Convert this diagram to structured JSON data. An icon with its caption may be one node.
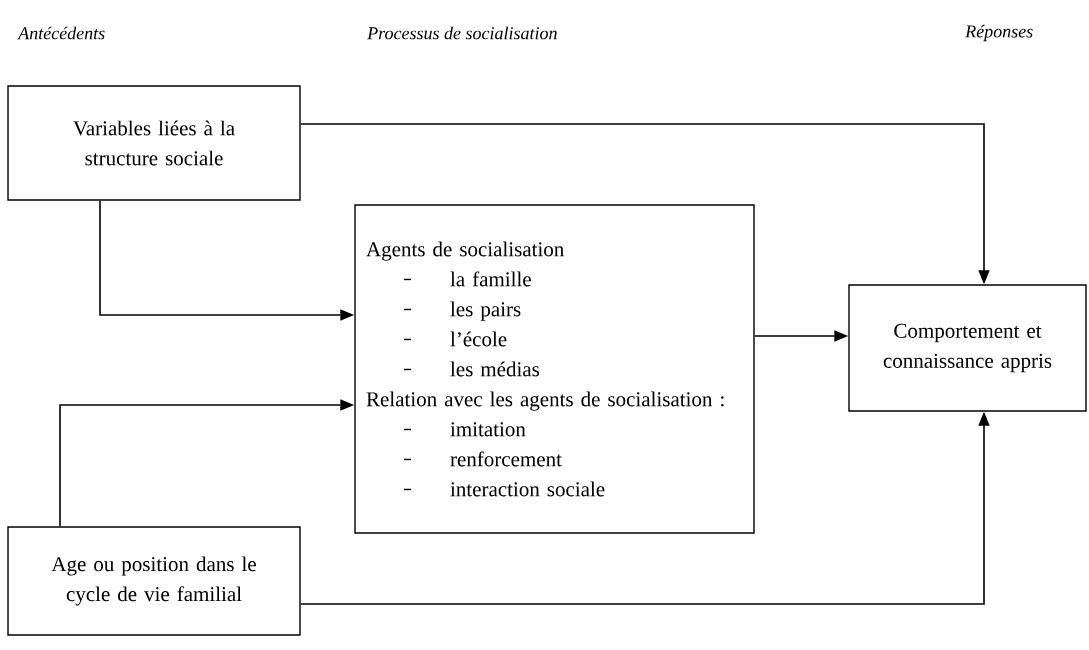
{
  "diagram": {
    "nodes": [
      {
        "text": [
          "Variables liées à la structure sociale"
        ]
      },
      {
        "text": [
          "Agents de socialisation",
          "la famille",
          "les pairs",
          "l’école",
          "les médias",
          "Relation avec les agents de socialisation :",
          "imitation",
          "renforcement",
          "interaction sociale"
        ]
      },
      {
        "text": [
          "Comportement et connaissance appris"
        ]
      },
      {
        "text": [
          "Age ou position dans le cycle de vie familial"
        ]
      }
    ],
    "edges": [
      {
        "from": 0,
        "to": 1,
        "arrow": "to"
      },
      {
        "from": 3,
        "to": 1,
        "arrow": "to"
      },
      {
        "from": 1,
        "to": 2,
        "arrow": "to"
      },
      {
        "from": 0,
        "to": 2,
        "arrow": "to"
      },
      {
        "from": 3,
        "to": 2,
        "arrow": "to"
      }
    ],
    "labels": [
      "Antécédents",
      "Processus de socialisation",
      "Réponses"
    ]
  }
}
